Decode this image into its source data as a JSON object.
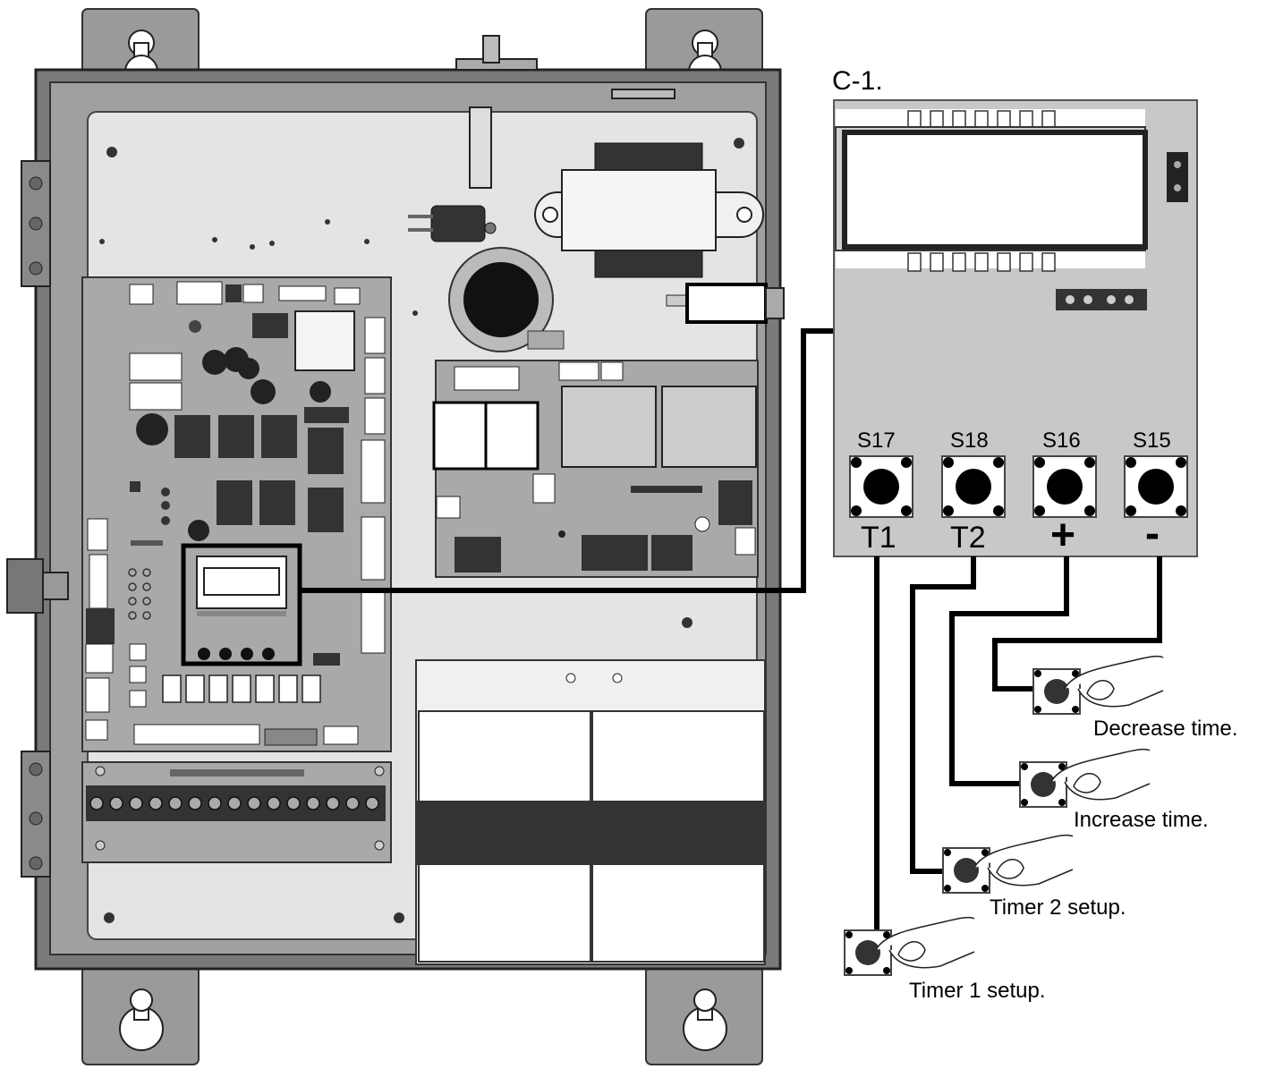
{
  "detail": {
    "title": "C-1.",
    "buttons": [
      {
        "switch": "S17",
        "function": "T1"
      },
      {
        "switch": "S18",
        "function": "T2"
      },
      {
        "switch": "S16",
        "function": "+"
      },
      {
        "switch": "S15",
        "function": "-"
      }
    ]
  },
  "callouts": [
    {
      "text": "Decrease time."
    },
    {
      "text": "Increase time."
    },
    {
      "text": "Timer 2 setup."
    },
    {
      "text": "Timer 1 setup."
    }
  ],
  "colors": {
    "panel": "#c8c8c8",
    "panel_dark": "#7a7a7a",
    "board": "#a9a9a9",
    "backplate": "#e4e4e4",
    "line": "#000000"
  },
  "icons": [
    "keyhole-mount-icon",
    "pushbutton-icon",
    "hand-press-icon"
  ]
}
